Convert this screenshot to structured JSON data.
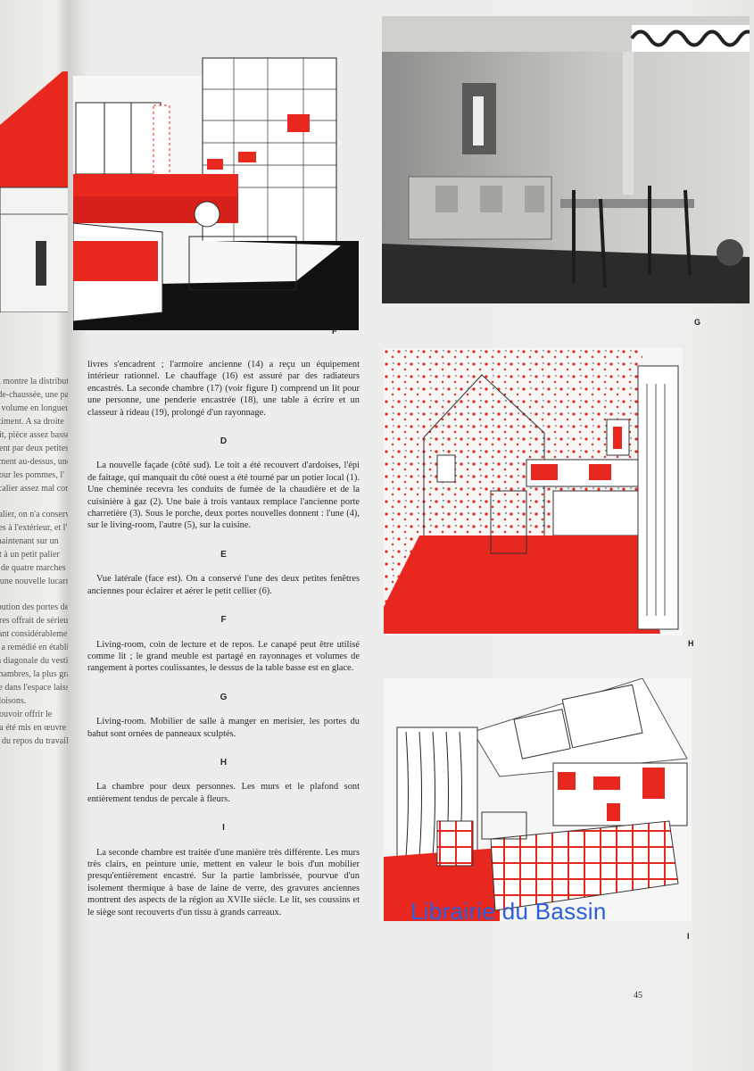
{
  "left_page": {
    "lines": [
      "A montre la distribution",
      "-de-chaussée, une part",
      "n volume en longueur",
      "âtiment. A sa droite",
      "dit, pièce assez basse",
      "nent par deux petites",
      "ement au-dessus, une",
      "pour les pommes, l'",
      "scalier assez mal com",
      "",
      "calier, on n'a conservé",
      "ées à l'extérieur, et l'",
      "maintenant sur un",
      "nt à un petit palier",
      "e de quatre marches",
      "r une nouvelle lucarne",
      "",
      "ibution des portes de",
      "bres offrait de sérieux",
      "sant considérablement",
      "y a remédié en établi",
      "la diagonale du vestib",
      "chambres, la plus grande",
      "ée dans l'espace laissé",
      "cloisons.",
      "pouvoir offrir le",
      "t a été mis en œuvre",
      "it du repos du travail"
    ]
  },
  "figures": {
    "F": "F",
    "G": "G",
    "H": "H",
    "I": "I"
  },
  "text": {
    "intro": "livres s'encadrent ; l'armoire ancienne (14) a reçu un équipement intérieur rationnel. Le chauffage (16) est assuré par des radiateurs encastrés. La seconde chambre (17) (voir figure I) comprend un lit pour une personne, une penderie encastrée (18), une table à écrire et un classeur à rideau (19), prolongé d'un rayonnage.",
    "sections": [
      {
        "letter": "D",
        "body": "La nouvelle façade (côté sud). Le toit a été recouvert d'ardoises, l'épi de faitage, qui manquait du côté ouest a été tourné par un potier local (1). Une cheminée recevra les conduits de fumée de la chaudière et de la cuisinière à gaz (2). Une baie à trois vantaux remplace l'ancienne porte charretière (3). Sous le porche, deux portes nouvelles donnent : l'une (4), sur le living-room, l'autre (5), sur la cuisine."
      },
      {
        "letter": "E",
        "body": "Vue latérale (face est). On a conservé l'une des deux petites fenêtres anciennes pour éclairer et aérer le petit cellier (6)."
      },
      {
        "letter": "F",
        "body": "Living-room, coin de lecture et de repos. Le canapé peut être utilisé comme lit ; le grand meuble est partagé en rayonnages et volumes de rangement à portes coulissantes, le dessus de la table basse est en glace."
      },
      {
        "letter": "G",
        "body": "Living-room. Mobilier de salle à manger en merisier, les portes du bahut sont ornées de panneaux sculptés."
      },
      {
        "letter": "H",
        "body": "La chambre pour deux personnes. Les murs et le plafond sont entièrement tendus de percale à fleurs."
      },
      {
        "letter": "I",
        "body": "La seconde chambre est traitée d'une manière très différente. Les murs très clairs, en peinture unie, mettent en valeur le bois d'un mobilier presqu'entièrement encastré. Sur la partie lambrissée, pourvue d'un isolement thermique à base de laine de verre, des gravures anciennes montrent des aspects de la région au XVIIe siècle. Le lit, ses coussins et le siège sont recouverts d'un tissu à grands carreaux."
      }
    ]
  },
  "page_number": "45",
  "watermark": "Librairie du Bassin",
  "colors": {
    "accent_red": "#e8281e",
    "watermark_blue": "#2b5fd9"
  }
}
